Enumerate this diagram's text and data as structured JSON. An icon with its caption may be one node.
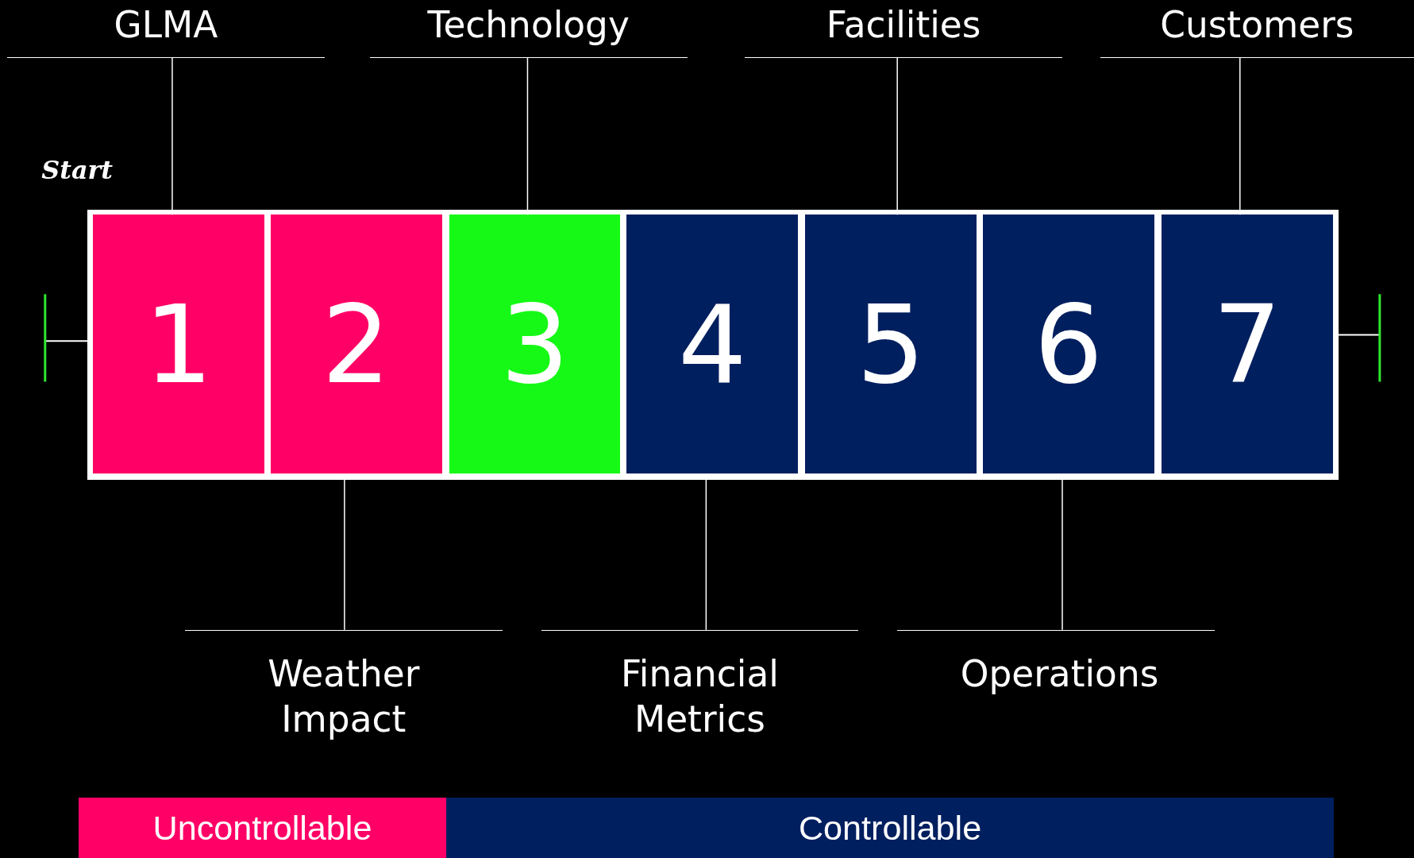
{
  "diagram": {
    "nodes": [
      {
        "text": [
          "GLMA"
        ]
      },
      {
        "text": [
          "Technology"
        ]
      },
      {
        "text": [
          "Facilities"
        ]
      },
      {
        "text": [
          "Customers"
        ]
      },
      {
        "text": [
          "1"
        ]
      },
      {
        "text": [
          "2"
        ]
      },
      {
        "text": [
          "3"
        ]
      },
      {
        "text": [
          "4"
        ]
      },
      {
        "text": [
          "5"
        ]
      },
      {
        "text": [
          "6"
        ]
      },
      {
        "text": [
          "7"
        ]
      },
      {
        "text": [
          "Weather Impact"
        ]
      },
      {
        "text": [
          "Financial Metrics"
        ]
      },
      {
        "text": [
          "Operations"
        ]
      }
    ],
    "edges": [
      {
        "from": 0,
        "to": 4,
        "arrow": "none"
      },
      {
        "from": 1,
        "to": 6,
        "arrow": "none"
      },
      {
        "from": 2,
        "to": 8,
        "arrow": "none"
      },
      {
        "from": 3,
        "to": 10,
        "arrow": "none"
      },
      {
        "from": 11,
        "to": 5,
        "arrow": "none"
      },
      {
        "from": 12,
        "to": 7,
        "arrow": "none"
      },
      {
        "from": 13,
        "to": 9,
        "arrow": "none"
      }
    ],
    "labels": [
      "Start"
    ],
    "legend": [
      {
        "text": "Uncontrollable",
        "color": "#ff0066"
      },
      {
        "text": "Controllable",
        "color": "#001f5f"
      }
    ]
  }
}
